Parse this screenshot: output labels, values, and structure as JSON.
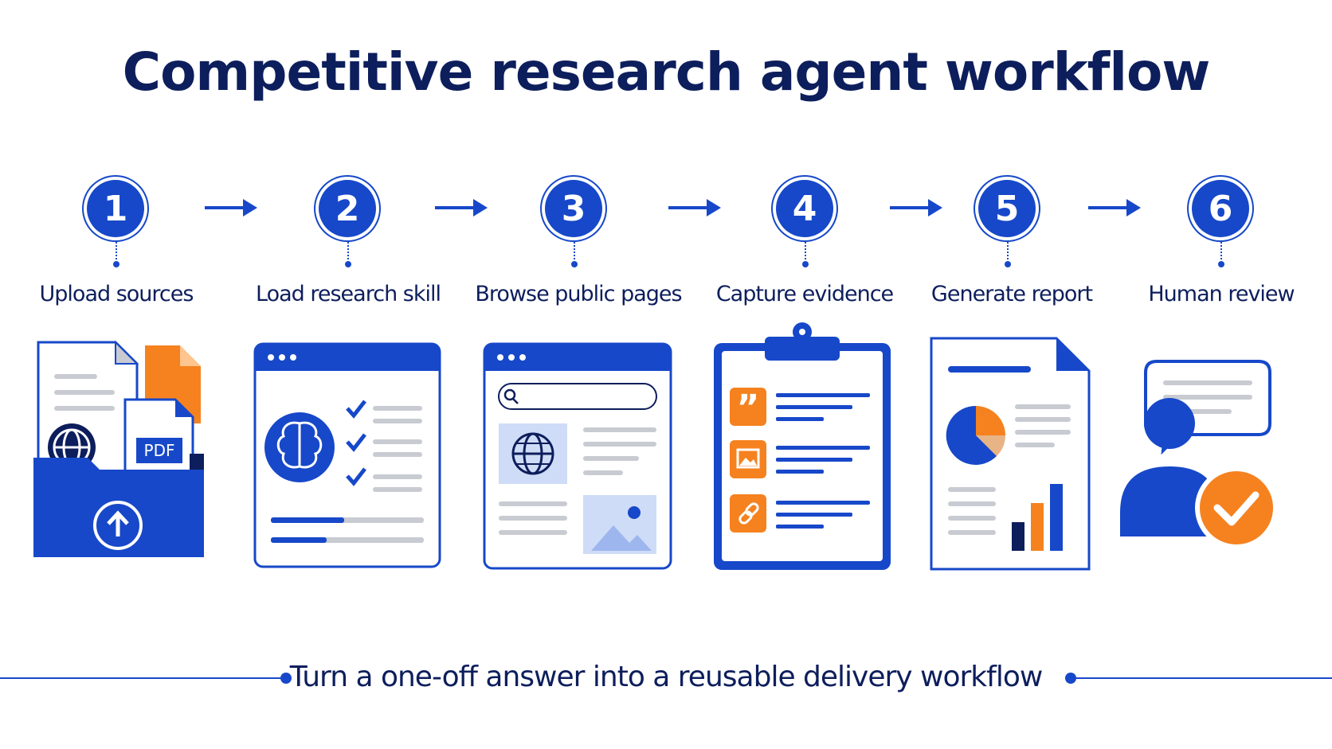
{
  "title": "Competitive research agent workflow",
  "steps": [
    {
      "number": "1",
      "label": "Upload sources",
      "icon": "folder-upload-icon"
    },
    {
      "number": "2",
      "label": "Load research skill",
      "icon": "brain-checklist-icon"
    },
    {
      "number": "3",
      "label": "Browse public pages",
      "icon": "browser-search-icon"
    },
    {
      "number": "4",
      "label": "Capture evidence",
      "icon": "clipboard-evidence-icon"
    },
    {
      "number": "5",
      "label": "Generate report",
      "icon": "report-document-icon"
    },
    {
      "number": "6",
      "label": "Human review",
      "icon": "person-approve-icon"
    }
  ],
  "pdf_tag": "PDF",
  "footer": "Turn a one-off answer into a reusable delivery workflow",
  "colors": {
    "primary": "#1748c9",
    "navy": "#0d1e5c",
    "accent": "#f5821f",
    "gray": "#c9cbd2"
  }
}
